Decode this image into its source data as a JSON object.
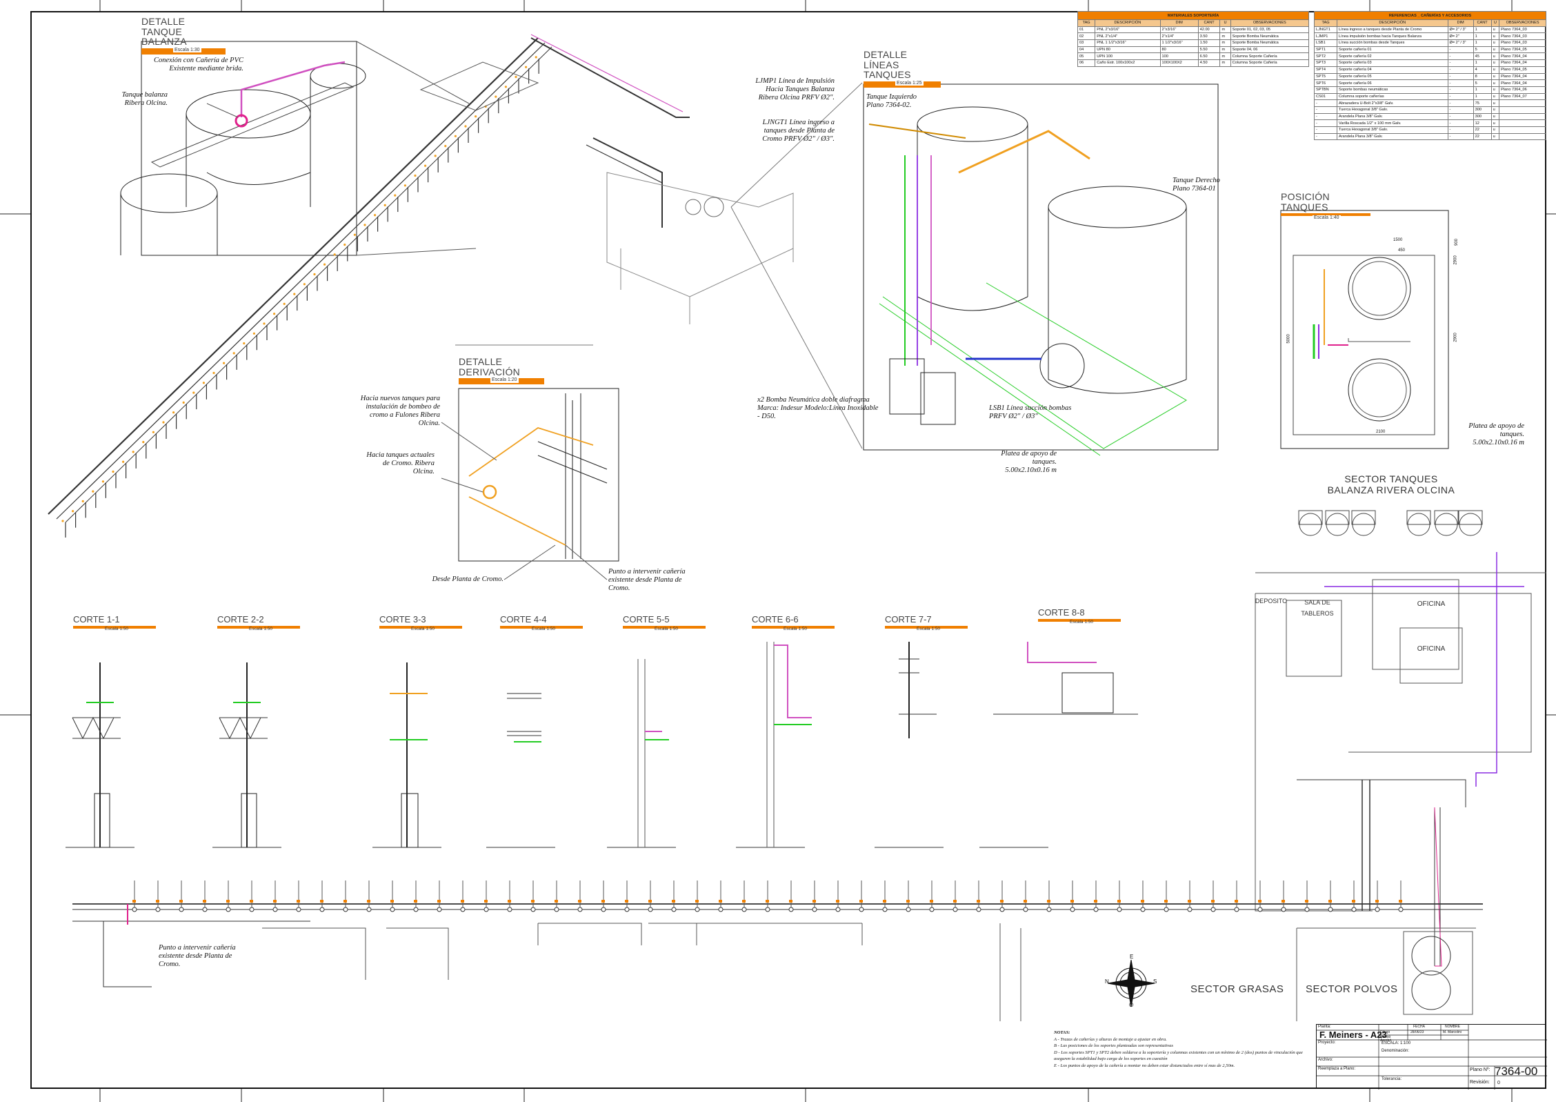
{
  "detail_balanza": {
    "line1": "DETALLE",
    "line2": "TANQUE BALANZA",
    "scale": "Escala 1:30",
    "note_conexion": "Conexión con Cañería de PVC Existente mediante brida.",
    "note_tanque": "Tanque balanza Ribera Olcina."
  },
  "detail_lineas": {
    "line1": "DETALLE",
    "line2": "LÍNEAS TANQUES",
    "scale": "Escala 1:25",
    "note_ljmp1": "LJMP1 Línea de Impulsión Hacia Tanques Balanza Ribera Olcina PRFV Ø2\".",
    "note_ljngt1": "LJNGT1 Línea ingreso a tanques desde Planta de Cromo PRFV Ø2\" / Ø3\".",
    "note_tanque_izq": "Tanque Izquierdo Plano 7364-02.",
    "note_tanque_der": "Tanque Derecho Plano 7364-01",
    "note_bomba": "x2 Bomba Neumática doble diafragma Marca: Indesur Modelo:Línea Inoxidable - D50.",
    "note_lsb1": "LSB1 Línea succión bombas PRFV Ø2\" / Ø3\"",
    "note_platea": "Platea de apoyo de tanques. 5.00x2.10x0.16 m"
  },
  "detail_derivacion": {
    "line1": "DETALLE",
    "line2": "DERIVACIÓN",
    "scale": "Escala 1:20",
    "note_nuevos": "Hacia nuevos tanques para instalación de bombeo de cromo a Fulones Ribera Olcina.",
    "note_actuales": "Hacia tanques actuales de Cromo. Ribera Olcina.",
    "note_desde": "Desde Planta de Cromo.",
    "note_punto": "Punto a intervenir cañería existente desde Planta de Cromo."
  },
  "posicion": {
    "title": "POSICIÓN TANQUES",
    "scale": "Escala 1:40",
    "dims": [
      "1500",
      "450",
      "900",
      "2900",
      "5000",
      "2900",
      "2100"
    ],
    "note_platea": "Platea de apoyo de tanques. 5.00x2.10x0.16 m"
  },
  "cortes": [
    {
      "label": "CORTE 1-1",
      "scale": "Escala 1:50"
    },
    {
      "label": "CORTE 2-2",
      "scale": "Escala 1:50"
    },
    {
      "label": "CORTE 3-3",
      "scale": "Escala 1:50"
    },
    {
      "label": "CORTE 4-4",
      "scale": "Escala 1:50"
    },
    {
      "label": "CORTE 5-5",
      "scale": "Escala 1:50"
    },
    {
      "label": "CORTE 6-6",
      "scale": "Escala 1:50"
    },
    {
      "label": "CORTE 7-7",
      "scale": "Escala 1:50"
    },
    {
      "label": "CORTE 8-8",
      "scale": "Escala 1:50"
    }
  ],
  "plan": {
    "sector_tanques": "SECTOR TANQUES BALANZA RIVERA OLCINA",
    "sector_grasas": "SECTOR GRASAS",
    "sector_polvos": "SECTOR POLVOS",
    "deposito": "DEPOSITO",
    "sala": "SALA DE TABLEROS",
    "oficina1": "OFICINA",
    "oficina2": "OFICINA",
    "note_punto": "Punto a intervenir cañería existente desde Planta de Cromo.",
    "compass": [
      "N",
      "S",
      "E",
      "O"
    ]
  },
  "materiales": {
    "title": "MATERIALES SOPORTERÍA",
    "headers": [
      "TAG",
      "DESCRIPCIÓN",
      "DIM",
      "CANT",
      "U",
      "OBSERVACIONES"
    ],
    "rows": [
      [
        "01",
        "PNL 2\"x3/16\"",
        "2\"x3/16\"",
        "42.00",
        "m",
        "Soporte 01, 02, 03, 05"
      ],
      [
        "02",
        "PNL 2\"x1/4\"",
        "2\"x1/4\"",
        "3.50",
        "m",
        "Soporte Bomba Neumática"
      ],
      [
        "03",
        "PNL 1 1/2\"x3/16\"",
        "1 1/2\"x3/16\"",
        "1.50",
        "m",
        "Soporte Bomba Neumática"
      ],
      [
        "04",
        "UPN 80",
        "80",
        "5.50",
        "m",
        "Soporte 04, 06"
      ],
      [
        "05",
        "UPN 100",
        "100",
        "6.50",
        "m",
        "Columna Soporte Cañería"
      ],
      [
        "06",
        "Caño Estr. 100x100x2",
        "100X100X2",
        "4.50",
        "m",
        "Columna Soporte Cañería"
      ]
    ]
  },
  "referencias": {
    "title": "REFERENCIAS _ CAÑERÍAS Y ACCESORIOS",
    "headers": [
      "TAG",
      "DESCRIPCIÓN",
      "DIM",
      "CANT",
      "U",
      "OBSERVACIONES"
    ],
    "rows": [
      [
        "LJNGT1",
        "Línea ingreso a tanques desde Planta de Cromo",
        "Ø= 2\" / 3\"",
        "1",
        "u",
        "Plano 7364_03"
      ],
      [
        "LJMP1",
        "Línea impulsión bombas hacia Tanques Balanza",
        "Ø= 2\"",
        "1",
        "u",
        "Plano 7364_03"
      ],
      [
        "LSB1",
        "Línea succión bombas desde Tanques",
        "Ø= 2\" / 3\"",
        "1",
        "u",
        "Plano 7364_03"
      ],
      [
        "SPT1",
        "Soporte cañería 01",
        "-",
        "5",
        "u",
        "Plano 7364_05"
      ],
      [
        "SPT2",
        "Soporte cañería 02",
        "-",
        "45",
        "u",
        "Plano 7364_04"
      ],
      [
        "SPT3",
        "Soporte cañería 03",
        "-",
        "1",
        "u",
        "Plano 7364_04"
      ],
      [
        "SPT4",
        "Soporte cañería 04",
        "-",
        "4",
        "u",
        "Plano 7364_05"
      ],
      [
        "SPT5",
        "Soporte cañería 05",
        "-",
        "8",
        "u",
        "Plano 7364_04"
      ],
      [
        "SPT6",
        "Soporte cañería 06",
        "-",
        "5",
        "u",
        "Plano 7364_04"
      ],
      [
        "SPTBN",
        "Soporte bombas neumáticas",
        "-",
        "1",
        "u",
        "Plano 7364_06"
      ],
      [
        "CS01",
        "Columna soporte cañerías",
        "-",
        "1",
        "u",
        "Plano 7364_07"
      ],
      [
        "-",
        "Abrazadera U-Bolt 2\"x3/8\" Galv.",
        "-",
        "75",
        "u",
        ""
      ],
      [
        "-",
        "Tuerca Hexagonal 3/8\" Galv.",
        "-",
        "300",
        "u",
        ""
      ],
      [
        "-",
        "Arandela Plana 3/8\" Galv.",
        "-",
        "300",
        "u",
        ""
      ],
      [
        "-",
        "Varilla Roscada 1/2\" x 100 mm Galv.",
        "-",
        "12",
        "u",
        ""
      ],
      [
        "-",
        "Tuerca Hexagonal 3/8\" Galv.",
        "-",
        "22",
        "u",
        ""
      ],
      [
        "-",
        "Arandela Plana 3/8\" Galv.",
        "-",
        "22",
        "u",
        ""
      ]
    ]
  },
  "title_block": {
    "planta_label": "Planta:",
    "planta": "F. Meiners - A23",
    "fecha_label": "FECHA",
    "nombre_label": "NOMBRE",
    "dibujo_label": "Dibujó",
    "dibujo_fecha": "28/06/23",
    "dibujo_nombre": "M. Marcolini",
    "reviso_label": "Revisó",
    "aprobo_label": "Aprobó",
    "proyecto_label": "Proyecto:",
    "escala": "ESCALA: 1:100",
    "archivo_label": "Archivo:",
    "denominacion_label": "Denominación:",
    "reemplaza_label": "Reemplaza a Plano:",
    "tolerancia_label": "Tolerancia:",
    "plano_label": "Plano Nº:",
    "plano": "7364-00",
    "revision_label": "Revisión:",
    "revision": "0"
  },
  "notes": {
    "title": "NOTAS:",
    "items": [
      "A - Trazas de cañerías y alturas de montaje a ajustar en obra.",
      "B - Las posiciones de los soportes planteadas son representativas",
      "D - Los soportes SPT1 y SPT2 deben soldarse a la soportería y columnas existentes con un mínimo de 2 (dos) puntos de vinculación que aseguren la estabilidad bajo carga de los soportes en cuestión",
      "E - Los puntos de apoyo de la cañería a montar no deben estar distanciados entre sí mas de 2,50m."
    ]
  }
}
